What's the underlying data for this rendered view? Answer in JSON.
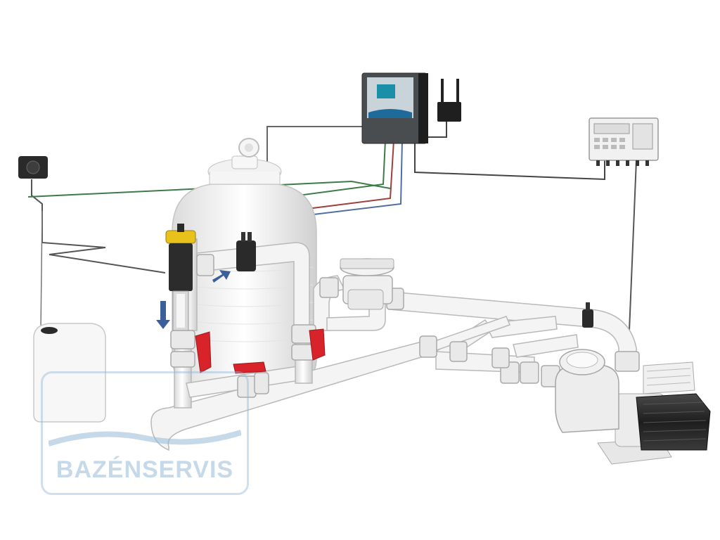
{
  "image_description_free": true,
  "watermark": {
    "text": "BAZÉNSERVIS"
  },
  "colors": {
    "pipe": "#f4f4f4",
    "pipe_stroke": "#b9b9b9",
    "valve_handle": "#d8232a",
    "flow_arrow": "#3a5f9a",
    "cable_green": "#3f7a4a",
    "cable_red": "#a0403a",
    "cable_blue": "#4e6fa0",
    "cable_gray": "#555555",
    "device_dark": "#2a2a2a",
    "controller_panel": "#c9d3da",
    "cell_yellow": "#e8c21a",
    "watermark": "#96b9d7"
  },
  "components": [
    {
      "name": "sand-filter-tank"
    },
    {
      "name": "main-controller"
    },
    {
      "name": "wifi-module"
    },
    {
      "name": "pool-control-panel"
    },
    {
      "name": "dosing-pump"
    },
    {
      "name": "chemical-tank"
    },
    {
      "name": "circulation-pump"
    },
    {
      "name": "electrolysis-cell"
    },
    {
      "name": "probe-holder"
    },
    {
      "name": "multiport-valve"
    }
  ]
}
